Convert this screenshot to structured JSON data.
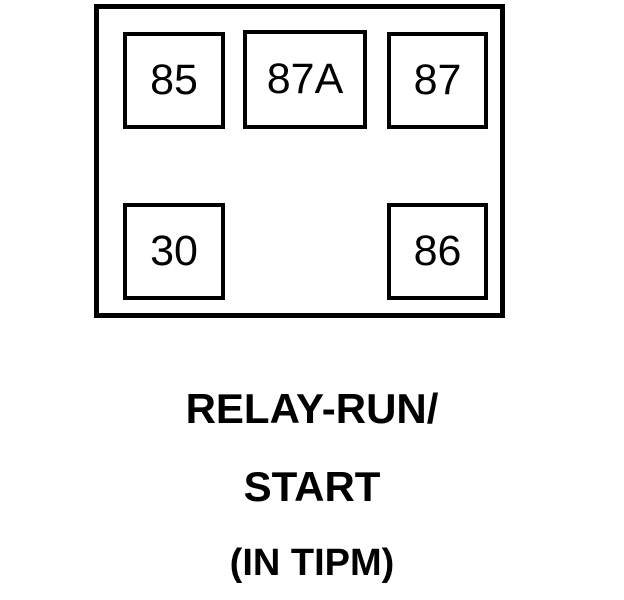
{
  "diagram": {
    "type": "relay-pinout",
    "title_lines": [
      "RELAY-RUN/",
      "START",
      "(IN TIPM)"
    ],
    "component_name": "RELAY-RUN/START",
    "location_note": "(IN TIPM)",
    "colors": {
      "background": "#ffffff",
      "stroke": "#000000",
      "text": "#000000"
    },
    "body": {
      "outline": "rectangle"
    },
    "terminals": [
      {
        "id": "85",
        "label": "85",
        "row": "top",
        "position": "left"
      },
      {
        "id": "87A",
        "label": "87A",
        "row": "top",
        "position": "center"
      },
      {
        "id": "87",
        "label": "87",
        "row": "top",
        "position": "right"
      },
      {
        "id": "30",
        "label": "30",
        "row": "bottom",
        "position": "left"
      },
      {
        "id": "86",
        "label": "86",
        "row": "bottom",
        "position": "right"
      }
    ]
  }
}
